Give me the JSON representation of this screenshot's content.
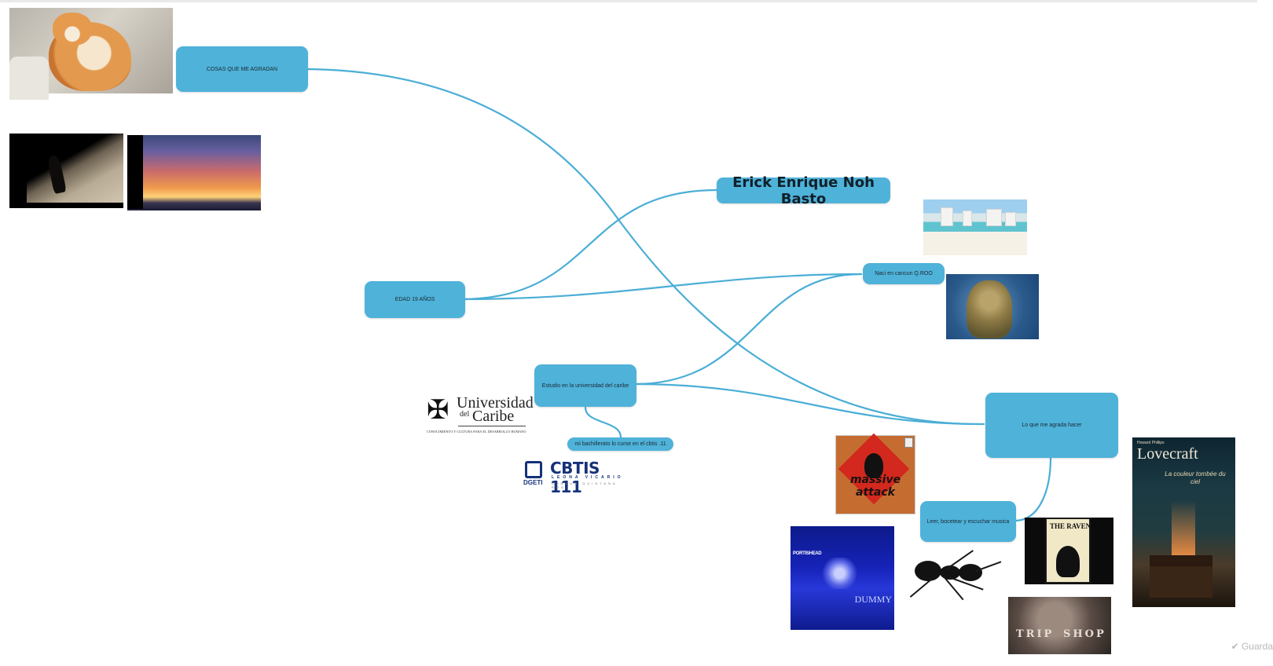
{
  "app": {
    "status_label": "Guarda"
  },
  "mindmap": {
    "central": "Erick Enrique Noh Basto",
    "nodes": {
      "likes": "COSAS QUE ME AGRADAN",
      "age": "EDAD 19 AÑOS",
      "born": "Naci en cancun Q.ROO",
      "study": "Estudio en la universidad del caribe",
      "highschool": "mi bachillerato lo curse en el cbtis .11",
      "hobbies": "Lo que me agrada hacer",
      "activities": "Leer, bocetear y escuchar musica"
    },
    "link_color": "#4aaed6",
    "node_color": "#4fb2d9"
  },
  "logos": {
    "universidad": {
      "line1": "Universidad",
      "line2": "del",
      "line3": "Caribe",
      "tagline": "CONOCIMIENTO Y CULTURA PARA EL DESARROLLO HUMANO"
    },
    "cbtis": {
      "title": "CBTIS 111",
      "subtitle": "LEONA VICARIO",
      "location": "CANCUN QUINTANA ROO",
      "dgeti": "DGETI"
    }
  },
  "images": {
    "massive_attack": {
      "line1": "massive",
      "line2": "attack"
    },
    "dummy": {
      "band": "PORTISHEAD",
      "album": "DUMMY"
    },
    "raven": {
      "title": "THE RAVEN"
    },
    "trip_shop": {
      "left": "TRIP",
      "right": "SHOP"
    },
    "lovecraft": {
      "author": "Howard Phillips",
      "title": "Lovecraft",
      "subtitle": "La couleur tombée du ciel"
    }
  },
  "icons": [
    "check-icon",
    "document-icon"
  ]
}
